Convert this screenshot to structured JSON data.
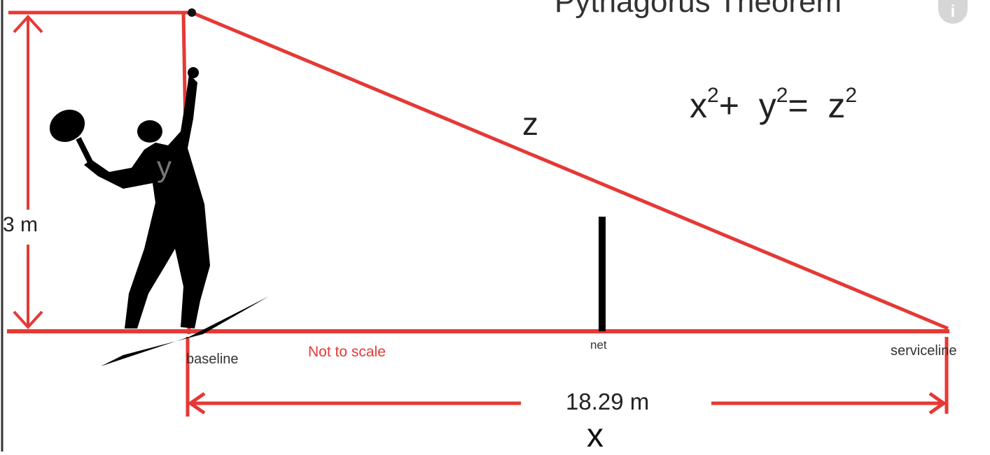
{
  "title": "Pythagorus Theorem",
  "formula": {
    "x": "x",
    "y": "y",
    "z": "z",
    "exp": "2",
    "plus": "+",
    "equals": "="
  },
  "labels": {
    "hypotenuse": "z",
    "height_var": "y",
    "height": "3 m",
    "baseline": "baseline",
    "not_to_scale": "Not to scale",
    "net": "net",
    "serviceline": "serviceline",
    "distance": "18.29 m",
    "distance_var": "x"
  },
  "info_icon": "info-icon",
  "colors": {
    "line": "#e53935",
    "silhouette": "#000000",
    "text": "#222222"
  }
}
